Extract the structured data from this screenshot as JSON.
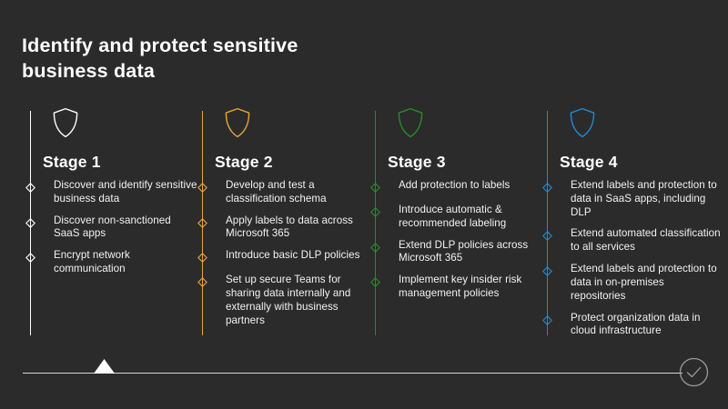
{
  "slide": {
    "title": "Identify and protect sensitive\nbusiness data",
    "background_color": "#2b2b2b",
    "title_color": "#ffffff"
  },
  "stages": [
    {
      "id": "stage-1",
      "heading": "Stage 1",
      "accent_color": "#ffffff",
      "shield_icon": "shield-icon",
      "items": [
        "Discover and identify sensitive business data",
        "Discover non-sanctioned SaaS apps",
        "Encrypt network communication"
      ]
    },
    {
      "id": "stage-2",
      "heading": "Stage 2",
      "accent_color": "#e9a33a",
      "shield_icon": "shield-icon",
      "items": [
        "Develop and test a classification schema",
        "Apply labels to data across Microsoft 365",
        "Introduce basic DLP policies",
        "Set up secure Teams for sharing data internally and externally with business partners"
      ]
    },
    {
      "id": "stage-3",
      "heading": "Stage 3",
      "accent_color": "#2a8a2a",
      "shield_icon": "shield-icon",
      "items": [
        "Add protection to labels",
        "Introduce automatic & recommended labeling",
        "Extend DLP policies across Microsoft 365",
        "Implement key insider risk management policies"
      ]
    },
    {
      "id": "stage-4",
      "heading": "Stage 4",
      "accent_color": "#2189d4",
      "shield_icon": "shield-icon",
      "items": [
        "Extend labels and protection to data in SaaS apps, including DLP",
        "Extend automated classification to all services",
        "Extend labels and protection to data in on-premises repositories",
        "Protect organization data in cloud infrastructure"
      ]
    }
  ],
  "progress": {
    "line_color": "#d4d4d4",
    "marker_icon": "triangle-marker-icon",
    "marker_color": "#ffffff",
    "complete_icon": "check-circle-icon",
    "complete_color": "#9a9a9a"
  }
}
